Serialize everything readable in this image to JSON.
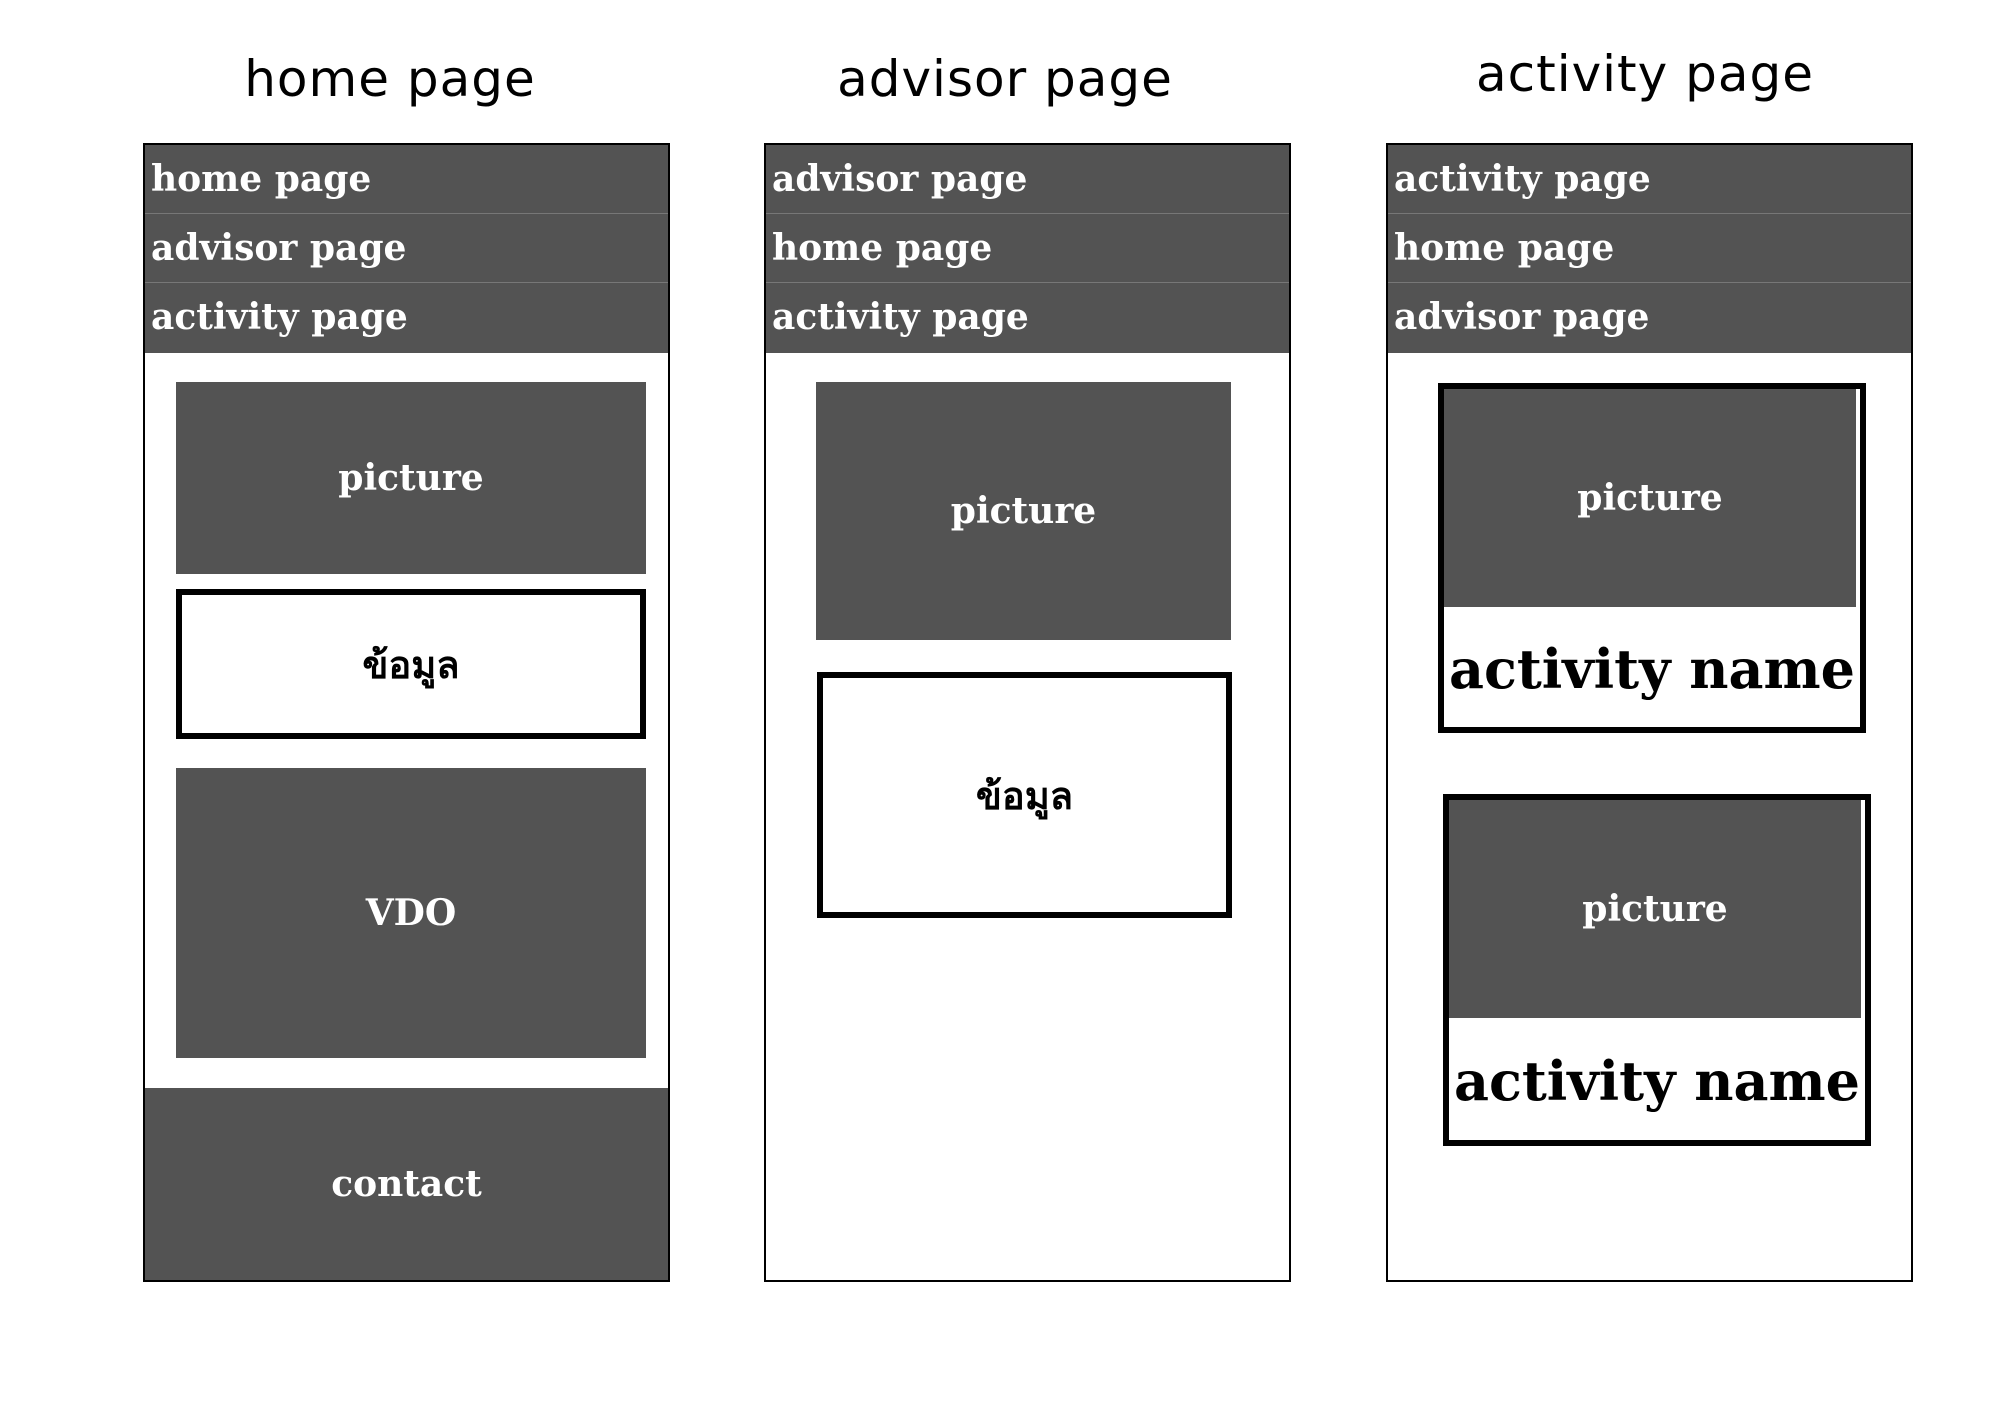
{
  "pages": [
    {
      "title": "home page",
      "nav": [
        "home page",
        "advisor page",
        "activity page"
      ],
      "picture": "picture",
      "info": "ข้อมูล",
      "video": "VDO",
      "contact": "contact"
    },
    {
      "title": "advisor page",
      "nav": [
        "advisor page",
        "home page",
        "activity page"
      ],
      "picture": "picture",
      "info": "ข้อมูล"
    },
    {
      "title": "activity page",
      "nav": [
        "activity page",
        "home page",
        "advisor page"
      ],
      "cards": [
        {
          "picture": "picture",
          "name": "activity name"
        },
        {
          "picture": "picture",
          "name": "activity name"
        }
      ]
    }
  ],
  "colors": {
    "block_fill": "#535353",
    "block_text": "#ffffff",
    "outline": "#000000",
    "background": "#ffffff"
  }
}
